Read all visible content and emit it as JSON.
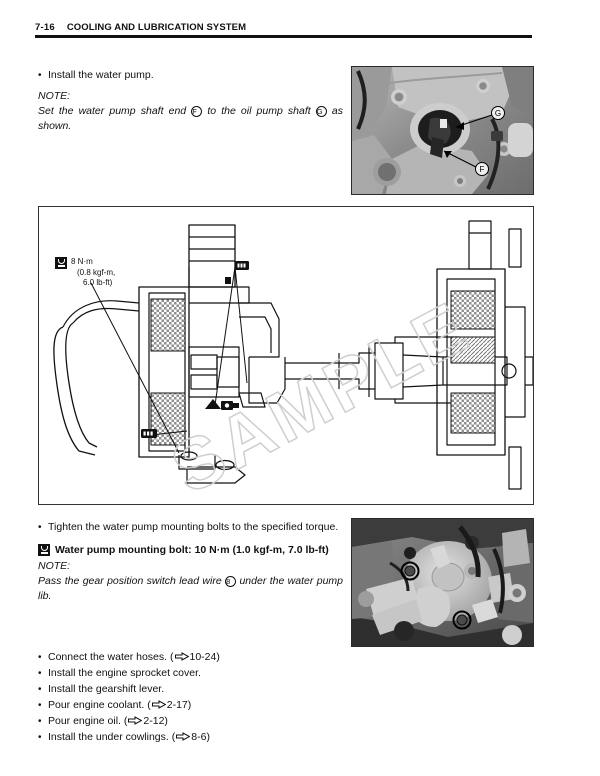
{
  "header": {
    "page_number": "7-16",
    "title": "COOLING AND LUBRICATION SYSTEM"
  },
  "section_top": {
    "bullets": [
      {
        "dot": "•",
        "text": "Install the water pump."
      }
    ],
    "note_label": "NOTE:",
    "note_parts": {
      "before_f": "Set the water pump shaft end",
      "ref_f": "F",
      "between": "to the oil pump shaft",
      "ref_g": "G",
      "after": "as shown."
    }
  },
  "photo_top": {
    "alt": "water pump shaft and oil pump shaft engagement photo",
    "callouts": [
      {
        "label": "G"
      },
      {
        "label": "F"
      }
    ]
  },
  "diagram": {
    "torque_callout": {
      "icon": "torque-icon",
      "line1": "8 N·m",
      "line2": "(0.8 kgf-m,",
      "line3": "6.0 lb-ft)"
    },
    "watermark": "SAMPLE",
    "alt": "water pump and oil pump cross-section assembly drawing"
  },
  "section_mid": {
    "bullets": [
      {
        "dot": "•",
        "text": "Tighten the water pump mounting bolts to the specified torque."
      }
    ],
    "spec": {
      "icon": "torque-icon",
      "text": "Water pump mounting bolt: 10 N·m (1.0 kgf-m, 7.0 lb-ft)"
    },
    "note_label": "NOTE:",
    "note_parts": {
      "before_ref": "Pass the gear position switch lead wire",
      "ref_num": "8",
      "after_ref": "under the water pump lib."
    }
  },
  "photo_bottom": {
    "alt": "installed water pump with two mounting bolt locations circled",
    "callouts": [
      {
        "label": ""
      },
      {
        "label": ""
      }
    ]
  },
  "section_bottom": {
    "bullets": [
      {
        "dot": "•",
        "text": "Connect the water hoses.",
        "has_ref": true,
        "ref_open": "(",
        "ref_page": "10-24",
        "ref_close": ")"
      },
      {
        "dot": "•",
        "text": "Install the engine sprocket cover.",
        "has_ref": false
      },
      {
        "dot": "•",
        "text": "Install the gearshift lever.",
        "has_ref": false
      },
      {
        "dot": "•",
        "text": "Pour engine coolant.",
        "has_ref": true,
        "ref_open": "(",
        "ref_page": "2-17",
        "ref_close": ")"
      },
      {
        "dot": "•",
        "text": "Pour engine oil.",
        "has_ref": true,
        "ref_open": "(",
        "ref_page": "2-12",
        "ref_close": ")"
      },
      {
        "dot": "•",
        "text": "Install the under cowlings.",
        "has_ref": true,
        "ref_open": "(",
        "ref_page": "8-6",
        "ref_close": ")"
      }
    ]
  },
  "colors": {
    "ink": "#111111",
    "rule": "#111111",
    "watermark": "#cfcfcf",
    "diagram_border": "#333333"
  }
}
